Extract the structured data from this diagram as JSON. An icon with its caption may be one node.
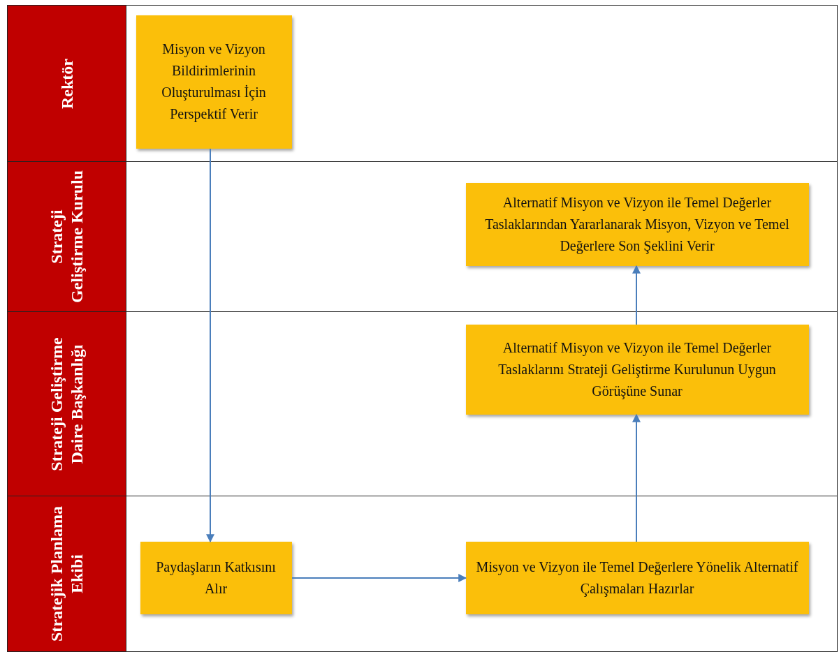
{
  "diagram": {
    "nodes": [
      {
        "text": [
          "Rektör"
        ]
      },
      {
        "text": [
          "Strateji Geliştirme Kurulu"
        ]
      },
      {
        "text": [
          "Strateji Geliştirme Daire Başkanlığı"
        ]
      },
      {
        "text": [
          "Stratejik Planlama Ekibi"
        ]
      },
      {
        "text": [
          "Misyon ve Vizyon Bildirimlerinin Oluşturulması İçin Perspektif Verir"
        ],
        "in": 0
      },
      {
        "text": [
          "Alternatif Misyon ve Vizyon ile Temel Değerler Taslaklarından Yararlanarak Misyon, Vizyon ve Temel Değerlere Son Şeklini Verir"
        ],
        "in": 1
      },
      {
        "text": [
          "Alternatif Misyon ve Vizyon ile Temel Değerler Taslaklarını Strateji Geliştirme Kurulunun Uygun Görüşüne Sunar"
        ],
        "in": 2
      },
      {
        "text": [
          "Paydaşların Katkısını Alır"
        ],
        "in": 3
      },
      {
        "text": [
          "Misyon ve Vizyon ile Temel Değerlere Yönelik Alternatif Çalışmaları Hazırlar"
        ],
        "in": 3
      }
    ],
    "edges": [
      {
        "from": 4,
        "to": 7,
        "arrow": "to"
      },
      {
        "from": 7,
        "to": 8,
        "arrow": "to"
      },
      {
        "from": 8,
        "to": 6,
        "arrow": "to"
      },
      {
        "from": 6,
        "to": 5,
        "arrow": "to"
      }
    ]
  }
}
